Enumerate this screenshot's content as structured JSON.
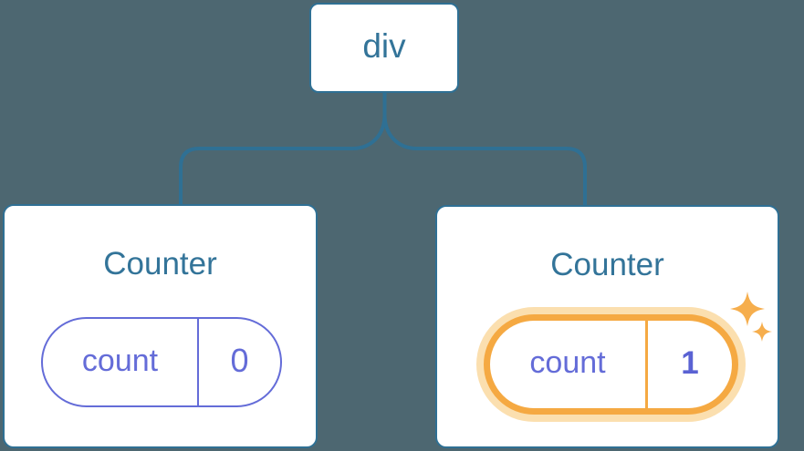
{
  "diagram": {
    "type": "component-tree",
    "root": {
      "label": "div"
    },
    "children": [
      {
        "title": "Counter",
        "state": {
          "label": "count",
          "value": "0"
        },
        "highlighted": false
      },
      {
        "title": "Counter",
        "state": {
          "label": "count",
          "value": "1"
        },
        "highlighted": true,
        "icon": "sparkles-icon"
      }
    ]
  },
  "colors": {
    "background": "#4D6771",
    "line_blue": "#2F7094",
    "text_blue": "#337499",
    "purple": "#646CD8",
    "value_bold_purple": "#5A62D3",
    "highlight_orange": "#F5A942",
    "highlight_glow": "#FBDFAF",
    "sparkle_orange": "#F6AE4D",
    "card_white": "#FFFFFF"
  }
}
